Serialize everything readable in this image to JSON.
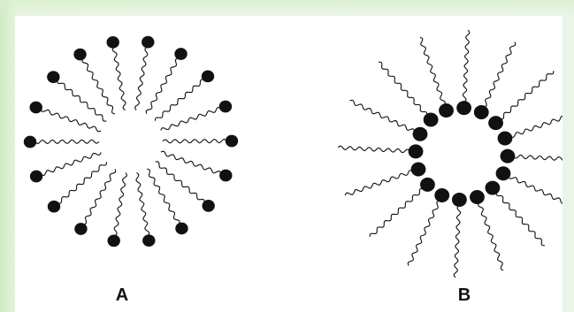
{
  "figure": {
    "labels": {
      "a": "A",
      "b": "B"
    },
    "structures": {
      "a": {
        "kind": "micelle",
        "head_count": 18,
        "orientation": "heads-outward"
      },
      "b": {
        "kind": "reverse-micelle",
        "head_count": 16,
        "orientation": "heads-inward"
      }
    }
  },
  "colors": {
    "background": "#eaf5e6",
    "panel": "#ffffff",
    "ink": "#111111"
  }
}
